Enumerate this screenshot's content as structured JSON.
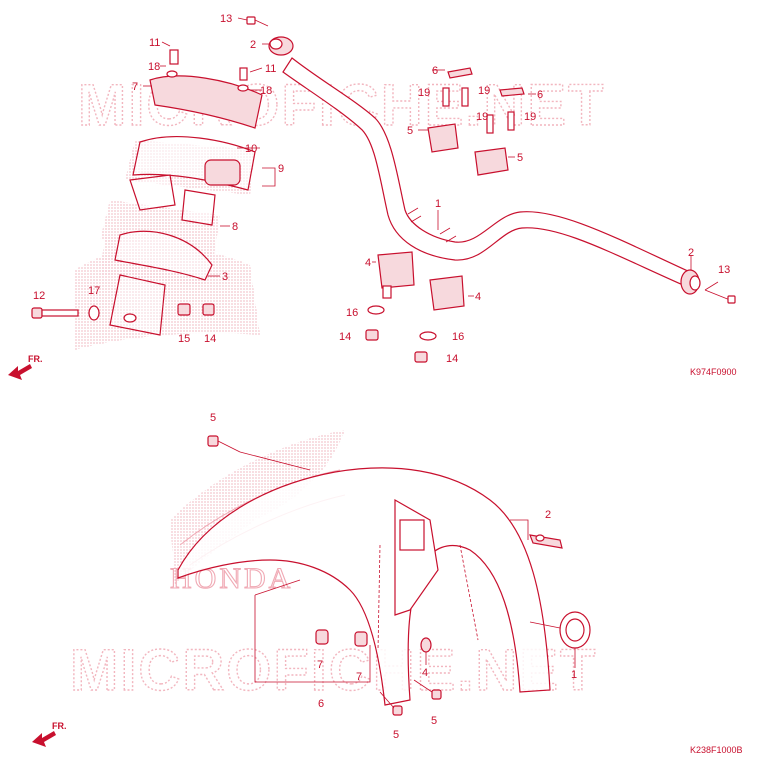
{
  "watermark": {
    "text_top": "MICROFICHE.NET",
    "text_bottom": "MICROFICHE.NET",
    "logo_text": "HONDA"
  },
  "colors": {
    "line": "#c8102e",
    "watermark": "#f2b6bf"
  },
  "diagram_top": {
    "code": "K974F0900",
    "direction": "FR.",
    "callouts": [
      "13",
      "2",
      "11",
      "18",
      "11",
      "18",
      "7",
      "6",
      "19",
      "19",
      "6",
      "10",
      "9",
      "5",
      "19",
      "19",
      "5",
      "8",
      "1",
      "4",
      "4",
      "3",
      "2",
      "13",
      "12",
      "17",
      "16",
      "14",
      "16",
      "15",
      "14",
      "14"
    ]
  },
  "diagram_bottom": {
    "code": "K238F1000B",
    "direction": "FR.",
    "callouts": [
      "5",
      "2",
      "7",
      "7",
      "4",
      "1",
      "6",
      "5",
      "5"
    ]
  }
}
